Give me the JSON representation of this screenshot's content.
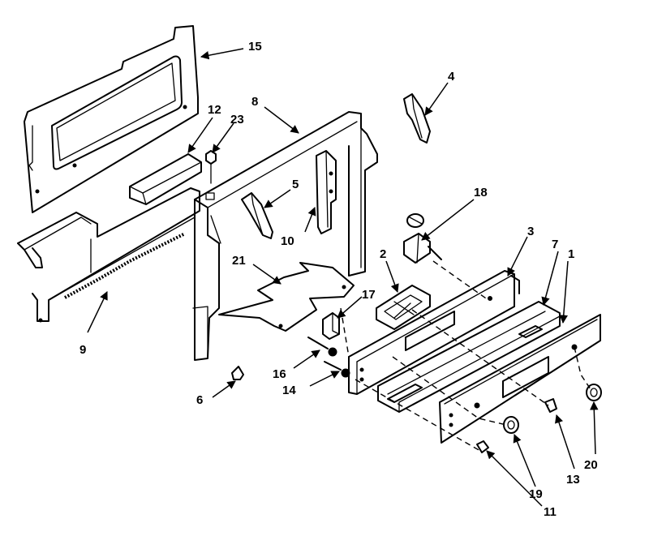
{
  "callouts": [
    {
      "id": "c1",
      "label": "1"
    },
    {
      "id": "c2",
      "label": "2"
    },
    {
      "id": "c3",
      "label": "3"
    },
    {
      "id": "c4",
      "label": "4"
    },
    {
      "id": "c5",
      "label": "5"
    },
    {
      "id": "c6",
      "label": "6"
    },
    {
      "id": "c7",
      "label": "7"
    },
    {
      "id": "c8",
      "label": "8"
    },
    {
      "id": "c9",
      "label": "9"
    },
    {
      "id": "c10",
      "label": "10"
    },
    {
      "id": "c11",
      "label": "11"
    },
    {
      "id": "c12",
      "label": "12"
    },
    {
      "id": "c13",
      "label": "13"
    },
    {
      "id": "c14",
      "label": "14"
    },
    {
      "id": "c15",
      "label": "15"
    },
    {
      "id": "c16",
      "label": "16"
    },
    {
      "id": "c17",
      "label": "17"
    },
    {
      "id": "c18",
      "label": "18"
    },
    {
      "id": "c19",
      "label": "19"
    },
    {
      "id": "c20",
      "label": "20"
    },
    {
      "id": "c21",
      "label": "21"
    },
    {
      "id": "c23",
      "label": "23"
    }
  ]
}
